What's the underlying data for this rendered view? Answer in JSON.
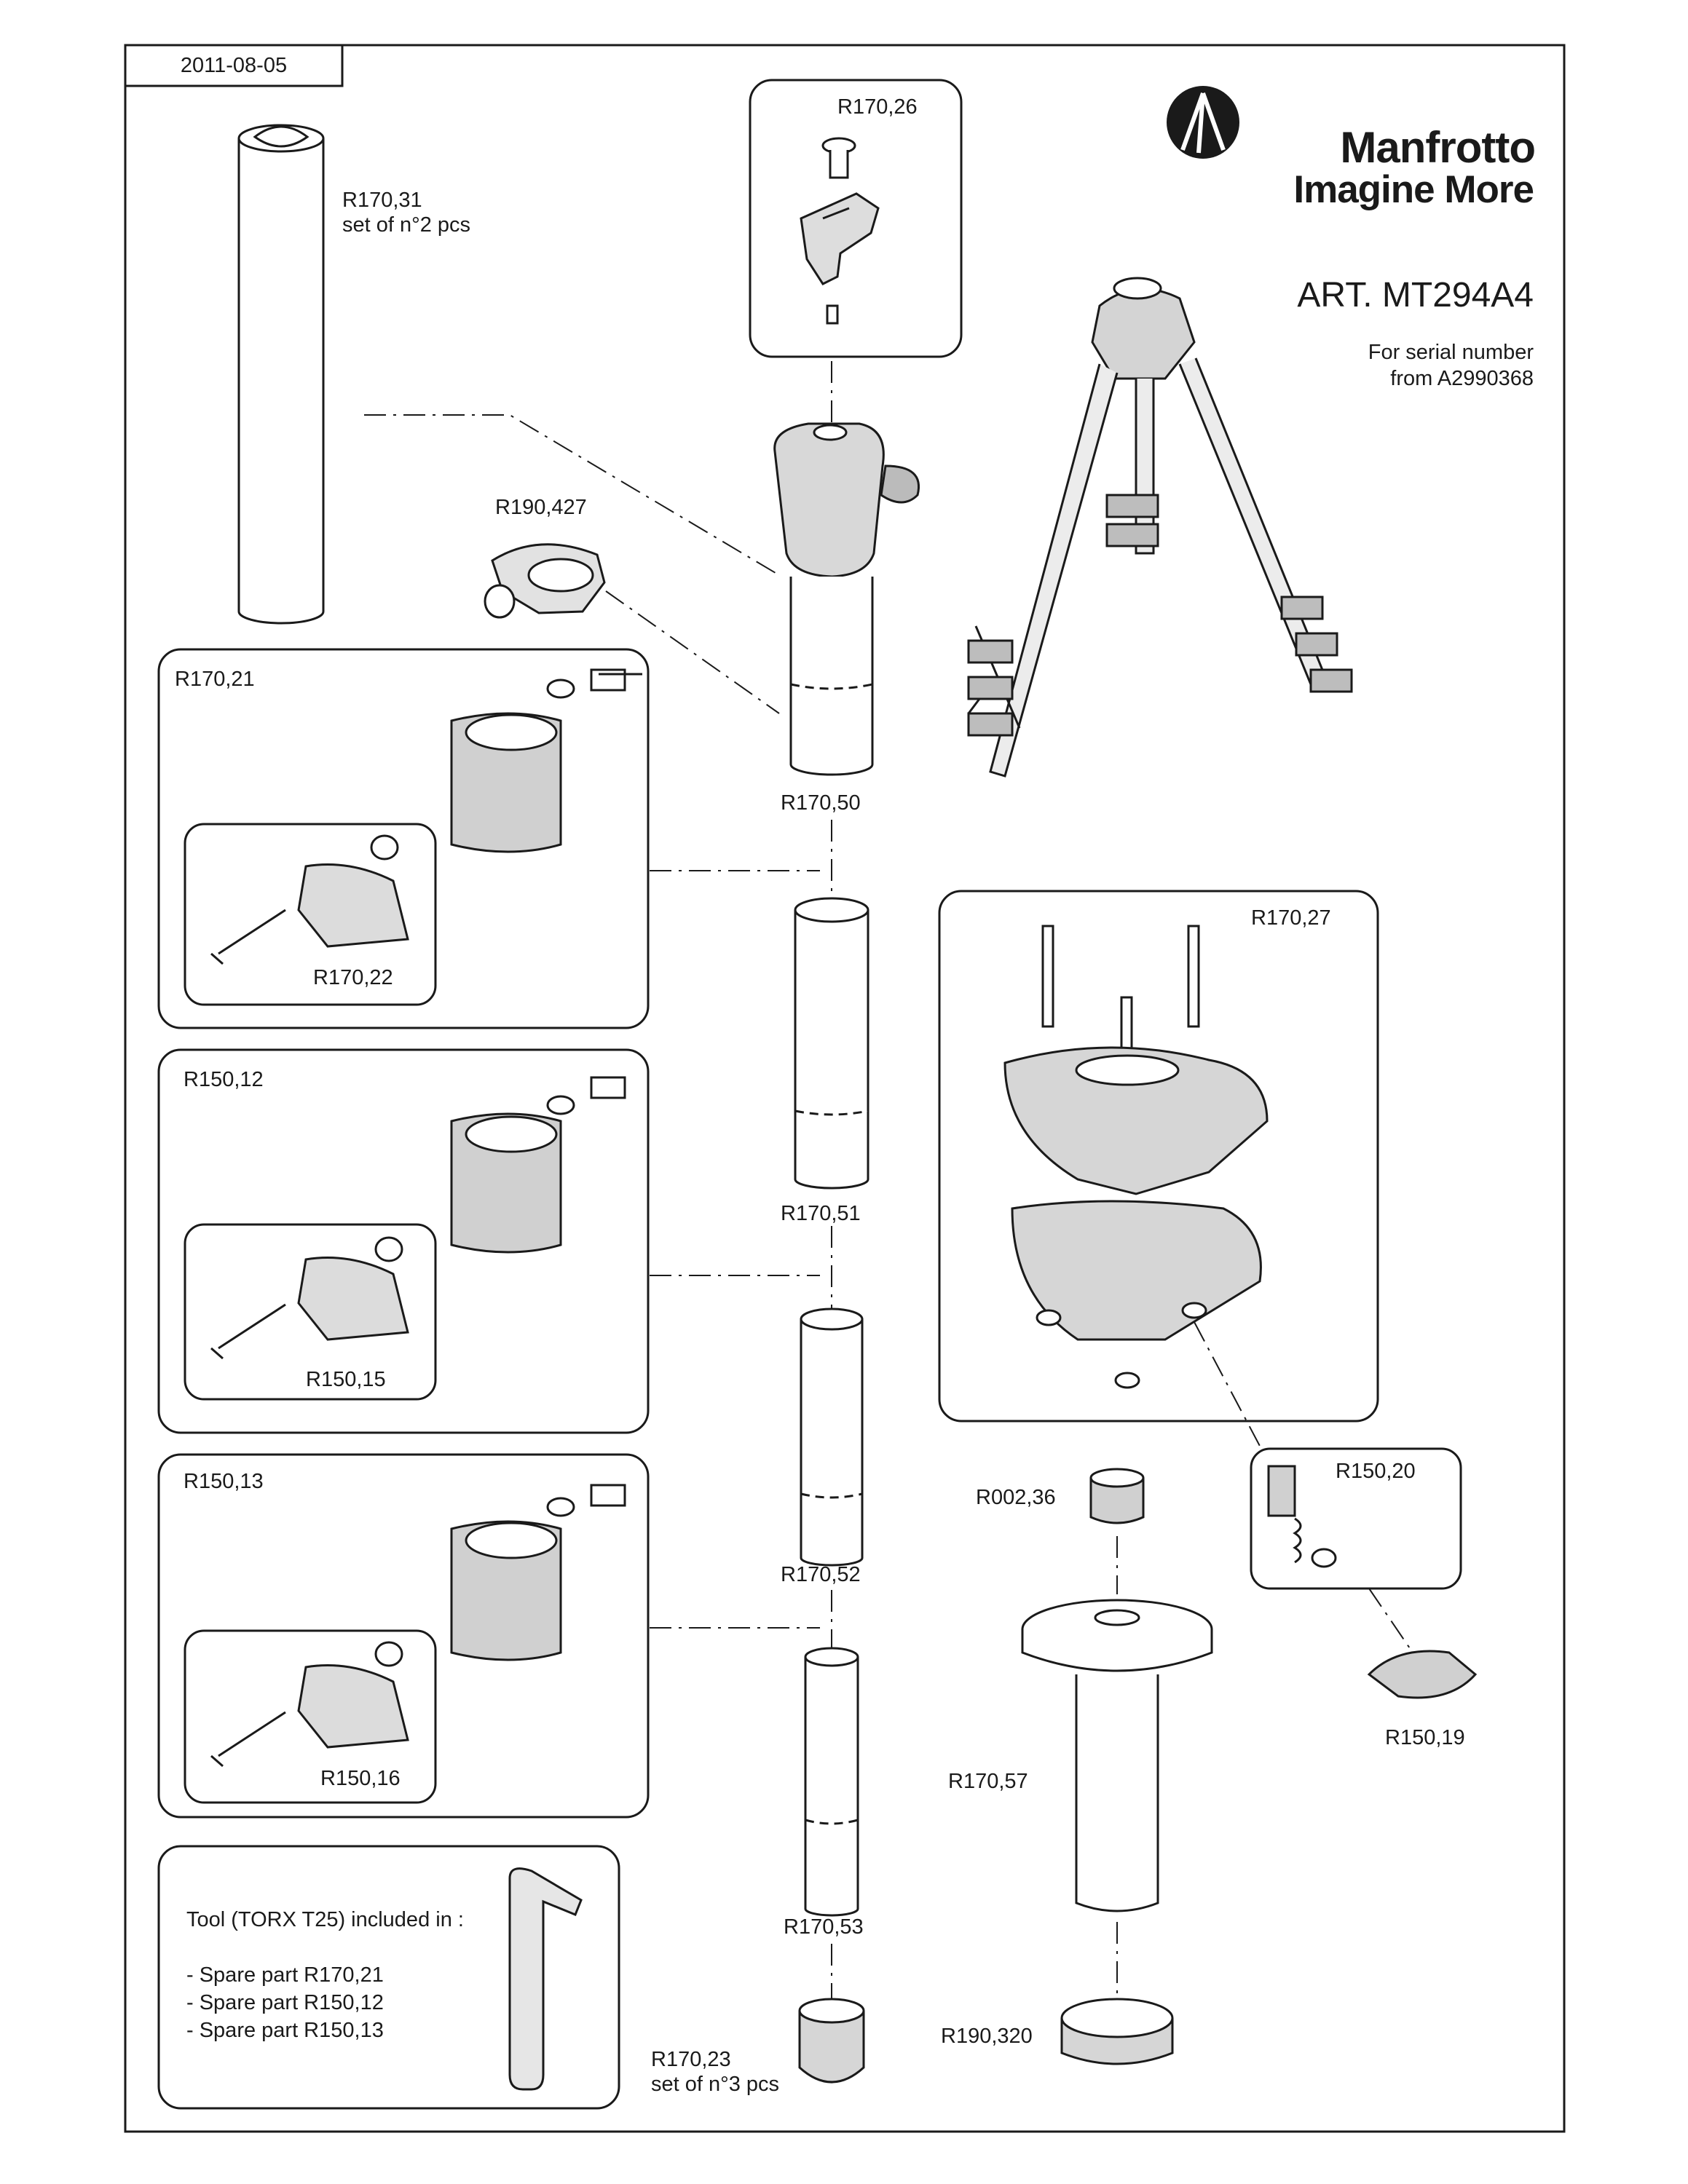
{
  "header": {
    "date": "2011-08-05"
  },
  "brand": {
    "name": "Manfrotto",
    "tagline": "Imagine More",
    "logo_icon": "manfrotto-logo-icon"
  },
  "article": {
    "title": "ART. MT294A4",
    "serial_line1": "For serial number",
    "serial_line2": "from A2990368"
  },
  "parts": {
    "r170_31": "R170,31",
    "r170_31_note": "set of n°2 pcs",
    "r170_26": "R170,26",
    "r190_427": "R190,427",
    "r170_21": "R170,21",
    "r170_22": "R170,22",
    "r170_50": "R170,50",
    "r170_27": "R170,27",
    "r150_12": "R150,12",
    "r150_15": "R150,15",
    "r170_51": "R170,51",
    "r150_13": "R150,13",
    "r150_16": "R150,16",
    "r170_52": "R170,52",
    "r002_36": "R002,36",
    "r150_20": "R150,20",
    "r150_19": "R150,19",
    "r170_57": "R170,57",
    "r170_53": "R170,53",
    "r190_320": "R190,320",
    "r170_23": "R170,23",
    "r170_23_note": "set of n°3 pcs"
  },
  "tool": {
    "title": "Tool (TORX T25) included in :",
    "items": [
      "- Spare part R170,21",
      "- Spare part R150,12",
      "- Spare part R150,13"
    ],
    "icon": "torx-key-icon"
  }
}
